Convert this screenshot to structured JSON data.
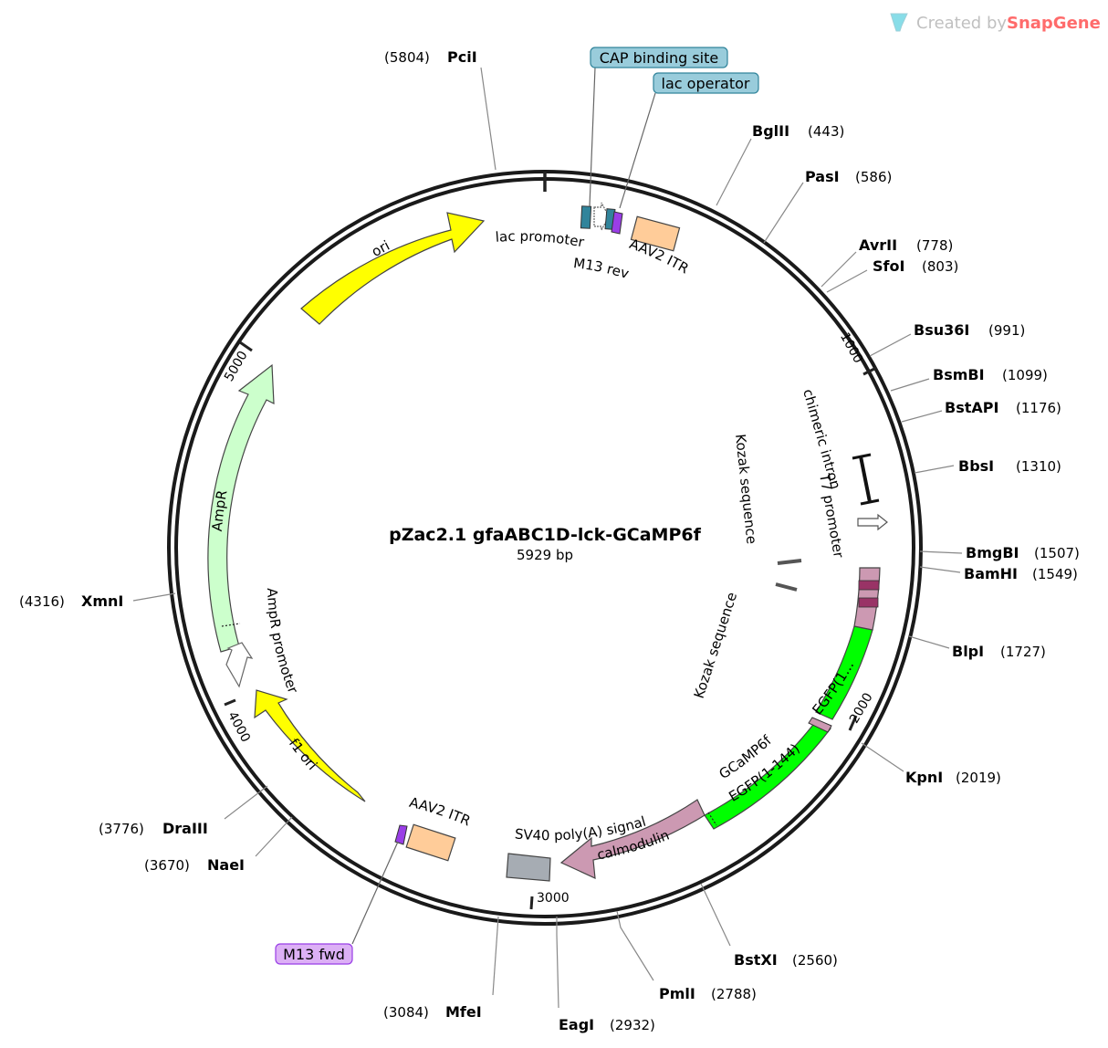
{
  "watermark": {
    "prefix": "Created by",
    "brand": "SnapGene"
  },
  "plasmid": {
    "name": "pZac2.1 gfaABC1D-lck-GCaMP6f",
    "length_label": "5929 bp"
  },
  "ticks": [
    "1000",
    "2000",
    "3000",
    "4000",
    "5000"
  ],
  "sites": [
    {
      "id": "PciI",
      "name": "PciI",
      "pos": "(5804)"
    },
    {
      "id": "BglII",
      "name": "BglII",
      "pos": "(443)"
    },
    {
      "id": "PasI",
      "name": "PasI",
      "pos": "(586)"
    },
    {
      "id": "AvrII",
      "name": "AvrII",
      "pos": "(778)"
    },
    {
      "id": "SfoI",
      "name": "SfoI",
      "pos": "(803)"
    },
    {
      "id": "Bsu36I",
      "name": "Bsu36I",
      "pos": "(991)"
    },
    {
      "id": "BsmBI",
      "name": "BsmBI",
      "pos": "(1099)"
    },
    {
      "id": "BstAPI",
      "name": "BstAPI",
      "pos": "(1176)"
    },
    {
      "id": "BbsI",
      "name": "BbsI",
      "pos": "(1310)"
    },
    {
      "id": "BmgBI",
      "name": "BmgBI",
      "pos": "(1507)"
    },
    {
      "id": "BamHI",
      "name": "BamHI",
      "pos": "(1549)"
    },
    {
      "id": "BlpI",
      "name": "BlpI",
      "pos": "(1727)"
    },
    {
      "id": "KpnI",
      "name": "KpnI",
      "pos": "(2019)"
    },
    {
      "id": "BstXI",
      "name": "BstXI",
      "pos": "(2560)"
    },
    {
      "id": "PmlI",
      "name": "PmlI",
      "pos": "(2788)"
    },
    {
      "id": "EagI",
      "name": "EagI",
      "pos": "(2932)"
    },
    {
      "id": "MfeI",
      "name": "MfeI",
      "pos": "(3084)"
    },
    {
      "id": "NaeI",
      "name": "NaeI",
      "pos": "(3670)"
    },
    {
      "id": "DraIII",
      "name": "DraIII",
      "pos": "(3776)"
    },
    {
      "id": "XmnI",
      "name": "XmnI",
      "pos": "(4316)"
    }
  ],
  "primers": [
    {
      "id": "cap",
      "label": "CAP binding site"
    },
    {
      "id": "lacop",
      "label": "lac operator"
    },
    {
      "id": "m13fwd",
      "label": "M13 fwd"
    }
  ],
  "features": {
    "ori": "ori",
    "lac_promoter": "lac promoter",
    "m13_rev": "M13 rev",
    "aav2_itr_1": "AAV2 ITR",
    "chimeric_intron": "chimeric intron",
    "t7_promoter": "T7 promoter",
    "kozak_1": "Kozak sequence",
    "kozak_2": "Kozak sequence",
    "egfp_1": "EGFP(1...",
    "egfp_2": "EGFP(1-144)",
    "gcamp6f": "GCaMP6f",
    "calmodulin": "calmodulin",
    "sv40": "SV40 poly(A) signal",
    "aav2_itr_2": "AAV2 ITR",
    "f1_ori": "f1 ori",
    "ampr_promoter": "AmpR promoter",
    "ampr": "AmpR"
  },
  "colors": {
    "yellow": "#ffff00",
    "green": "#00ff00",
    "lightgreen": "#ccffcc",
    "mauve": "#cc99b2",
    "peach": "#ffcc99",
    "teal": "#31849b",
    "purple": "#993ee6",
    "gray": "#a6acb3",
    "primer_box": "#99ccdb",
    "primer_fwd_box": "#dcb0f5",
    "brand": "#ff6b6b"
  }
}
